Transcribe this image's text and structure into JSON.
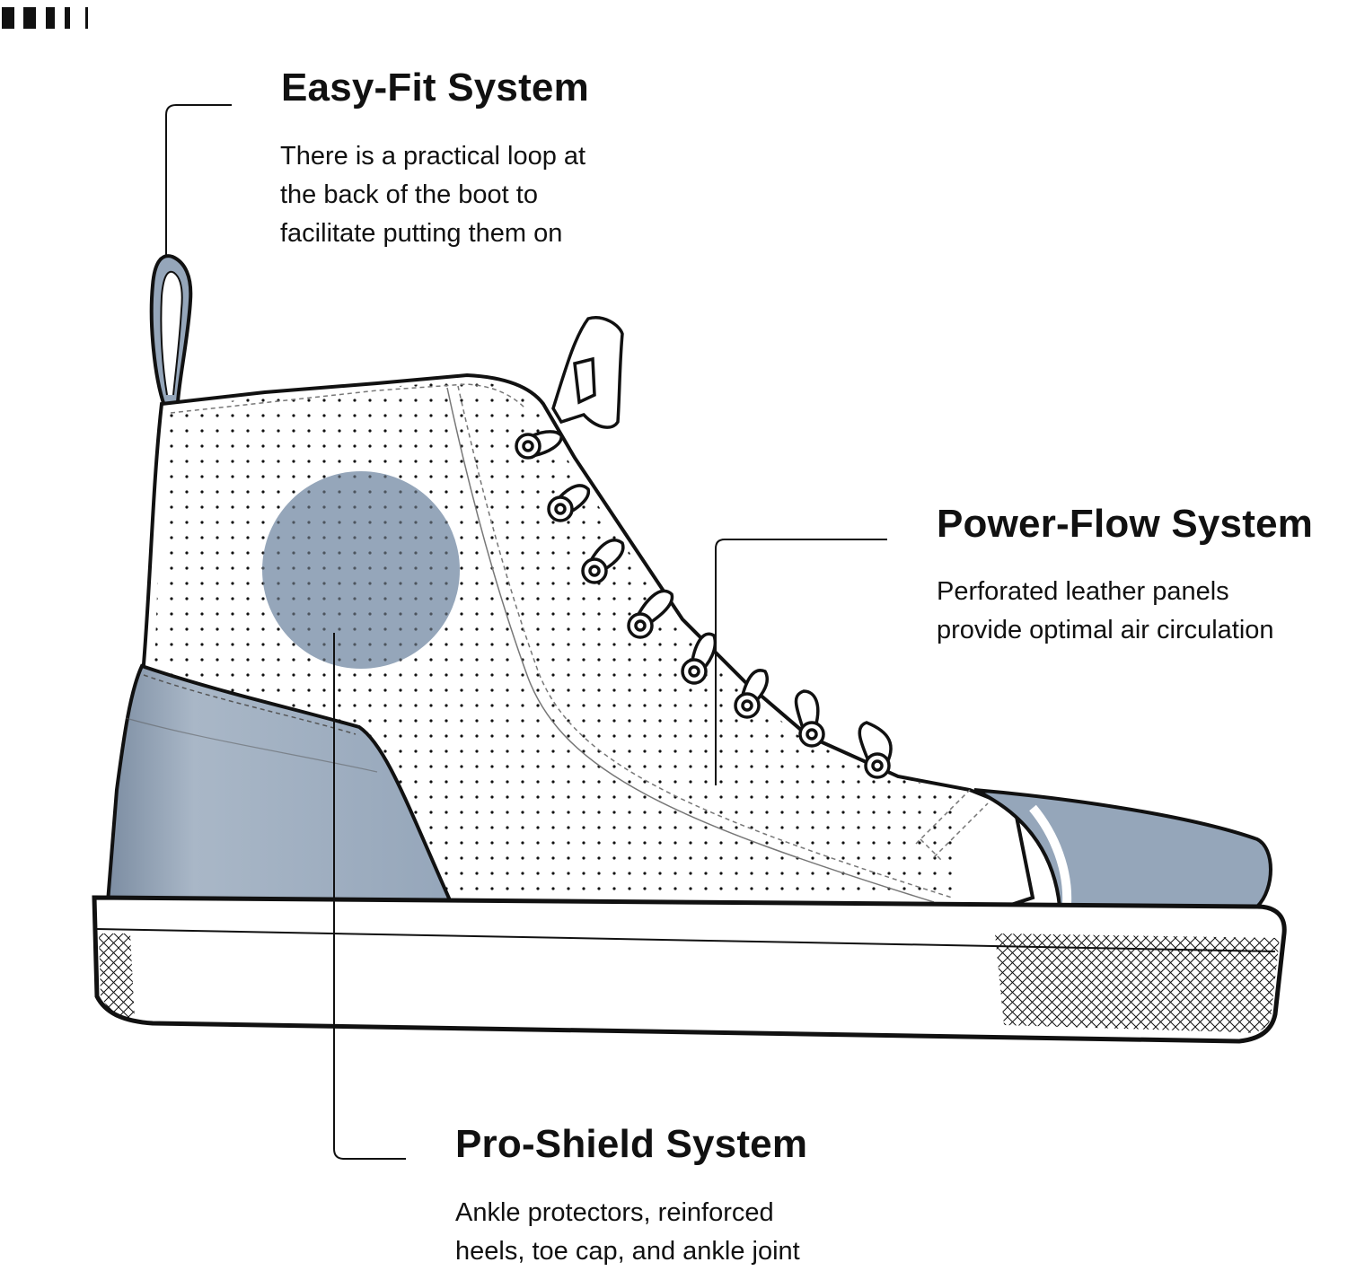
{
  "colors": {
    "accent": "#95a6ba",
    "outline": "#111111",
    "background": "#ffffff"
  },
  "callouts": {
    "easy_fit": {
      "title": "Easy-Fit System",
      "lines": [
        "There is a practical loop at",
        "the back of the boot to",
        "facilitate putting them on"
      ]
    },
    "power_flow": {
      "title": "Power-Flow System",
      "lines": [
        "Perforated leather panels",
        "provide optimal air circulation"
      ]
    },
    "pro_shield": {
      "title": "Pro-Shield System",
      "lines": [
        "Ankle protectors, reinforced",
        "heels, toe cap, and ankle joint"
      ]
    }
  }
}
